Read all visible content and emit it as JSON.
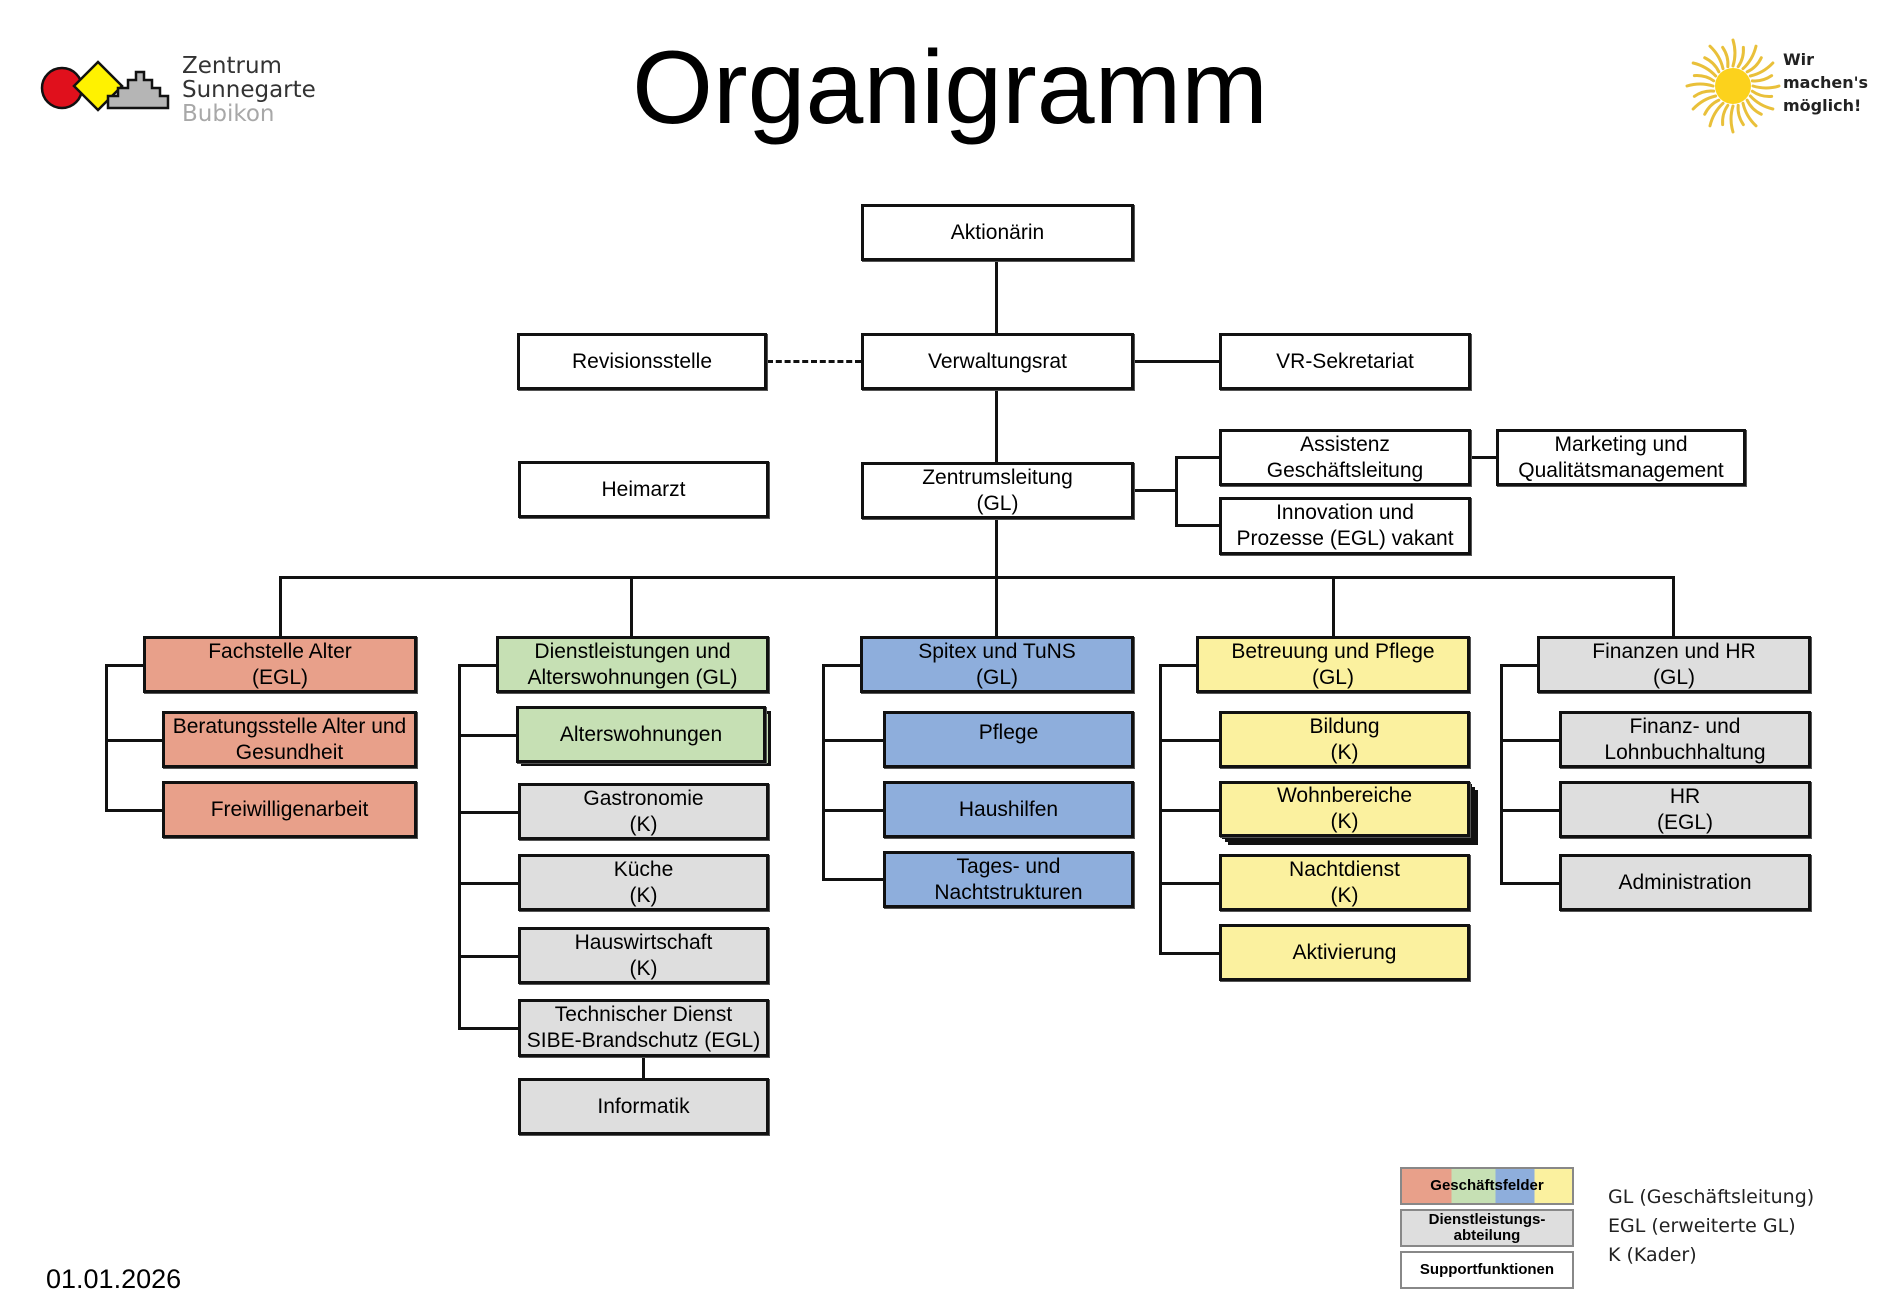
{
  "header": {
    "title": "Organigramm",
    "logo_left": {
      "line1": "Zentrum",
      "line2": "Sunnegarte",
      "line3": "Bubikon"
    },
    "logo_right": {
      "slogan": "Wir\nmachen's\nmöglich!"
    }
  },
  "top": {
    "aktionaerin": "Aktionärin",
    "revisionsstelle": "Revisionsstelle",
    "verwaltungsrat": "Verwaltungsrat",
    "vr_sekretariat": "VR-Sekretariat",
    "heimarzt": "Heimarzt",
    "zentrumsleitung": "Zentrumsleitung\n(GL)",
    "assistenz": "Assistenz\nGeschäftsleitung",
    "marketing": "Marketing und\nQualitätsmanagement",
    "innovation": "Innovation und\nProzesse (EGL) vakant"
  },
  "columns": [
    {
      "head": "Fachstelle Alter\n(EGL)",
      "category": "Geschäftsfeld",
      "color": "#e8a08a",
      "children": [
        "Beratungsstelle Alter und\nGesundheit",
        "Freiwilligenarbeit"
      ]
    },
    {
      "head": "Dienstleistungen und\nAlterswohnungen (GL)",
      "category": "Geschäftsfeld",
      "color": "#c6e0b4",
      "children": [
        "Alterswohnungen",
        "Gastronomie\n(K)",
        "Küche\n(K)",
        "Hauswirtschaft\n(K)",
        "Technischer Dienst\nSIBE-Brandschutz (EGL)"
      ],
      "sub_children": [
        "Informatik"
      ]
    },
    {
      "head": "Spitex und TuNS\n(GL)",
      "category": "Geschäftsfeld",
      "color": "#8eaedc",
      "children": [
        "Pflege",
        "Haushilfen",
        "Tages- und\nNachtstrukturen"
      ]
    },
    {
      "head": "Betreuung und Pflege\n(GL)",
      "category": "Geschäftsfeld",
      "color": "#fbf19f",
      "children": [
        "Bildung\n(K)",
        "Wohnbereiche\n(K)",
        "Nachtdienst\n(K)",
        "Aktivierung"
      ]
    },
    {
      "head": "Finanzen und HR\n(GL)",
      "category": "Dienstleistungsabteilung",
      "color": "#dedede",
      "children": [
        "Finanz- und\nLohnbuchhaltung",
        "HR\n(EGL)",
        "Administration"
      ]
    }
  ],
  "legend": {
    "categories": [
      {
        "label": "Geschäftsfelder",
        "colors": [
          "#e8a08a",
          "#c6e0b4",
          "#8eaedc",
          "#fbf19f"
        ]
      },
      {
        "label": "Dienstleistungs-\nabteilung",
        "color": "#dedede"
      },
      {
        "label": "Supportfunktionen",
        "color": "#ffffff"
      }
    ],
    "abbreviations": [
      "GL (Geschäftsleitung)",
      "EGL (erweiterte GL)",
      "K (Kader)"
    ]
  },
  "footer": {
    "date": "01.01.2026"
  }
}
